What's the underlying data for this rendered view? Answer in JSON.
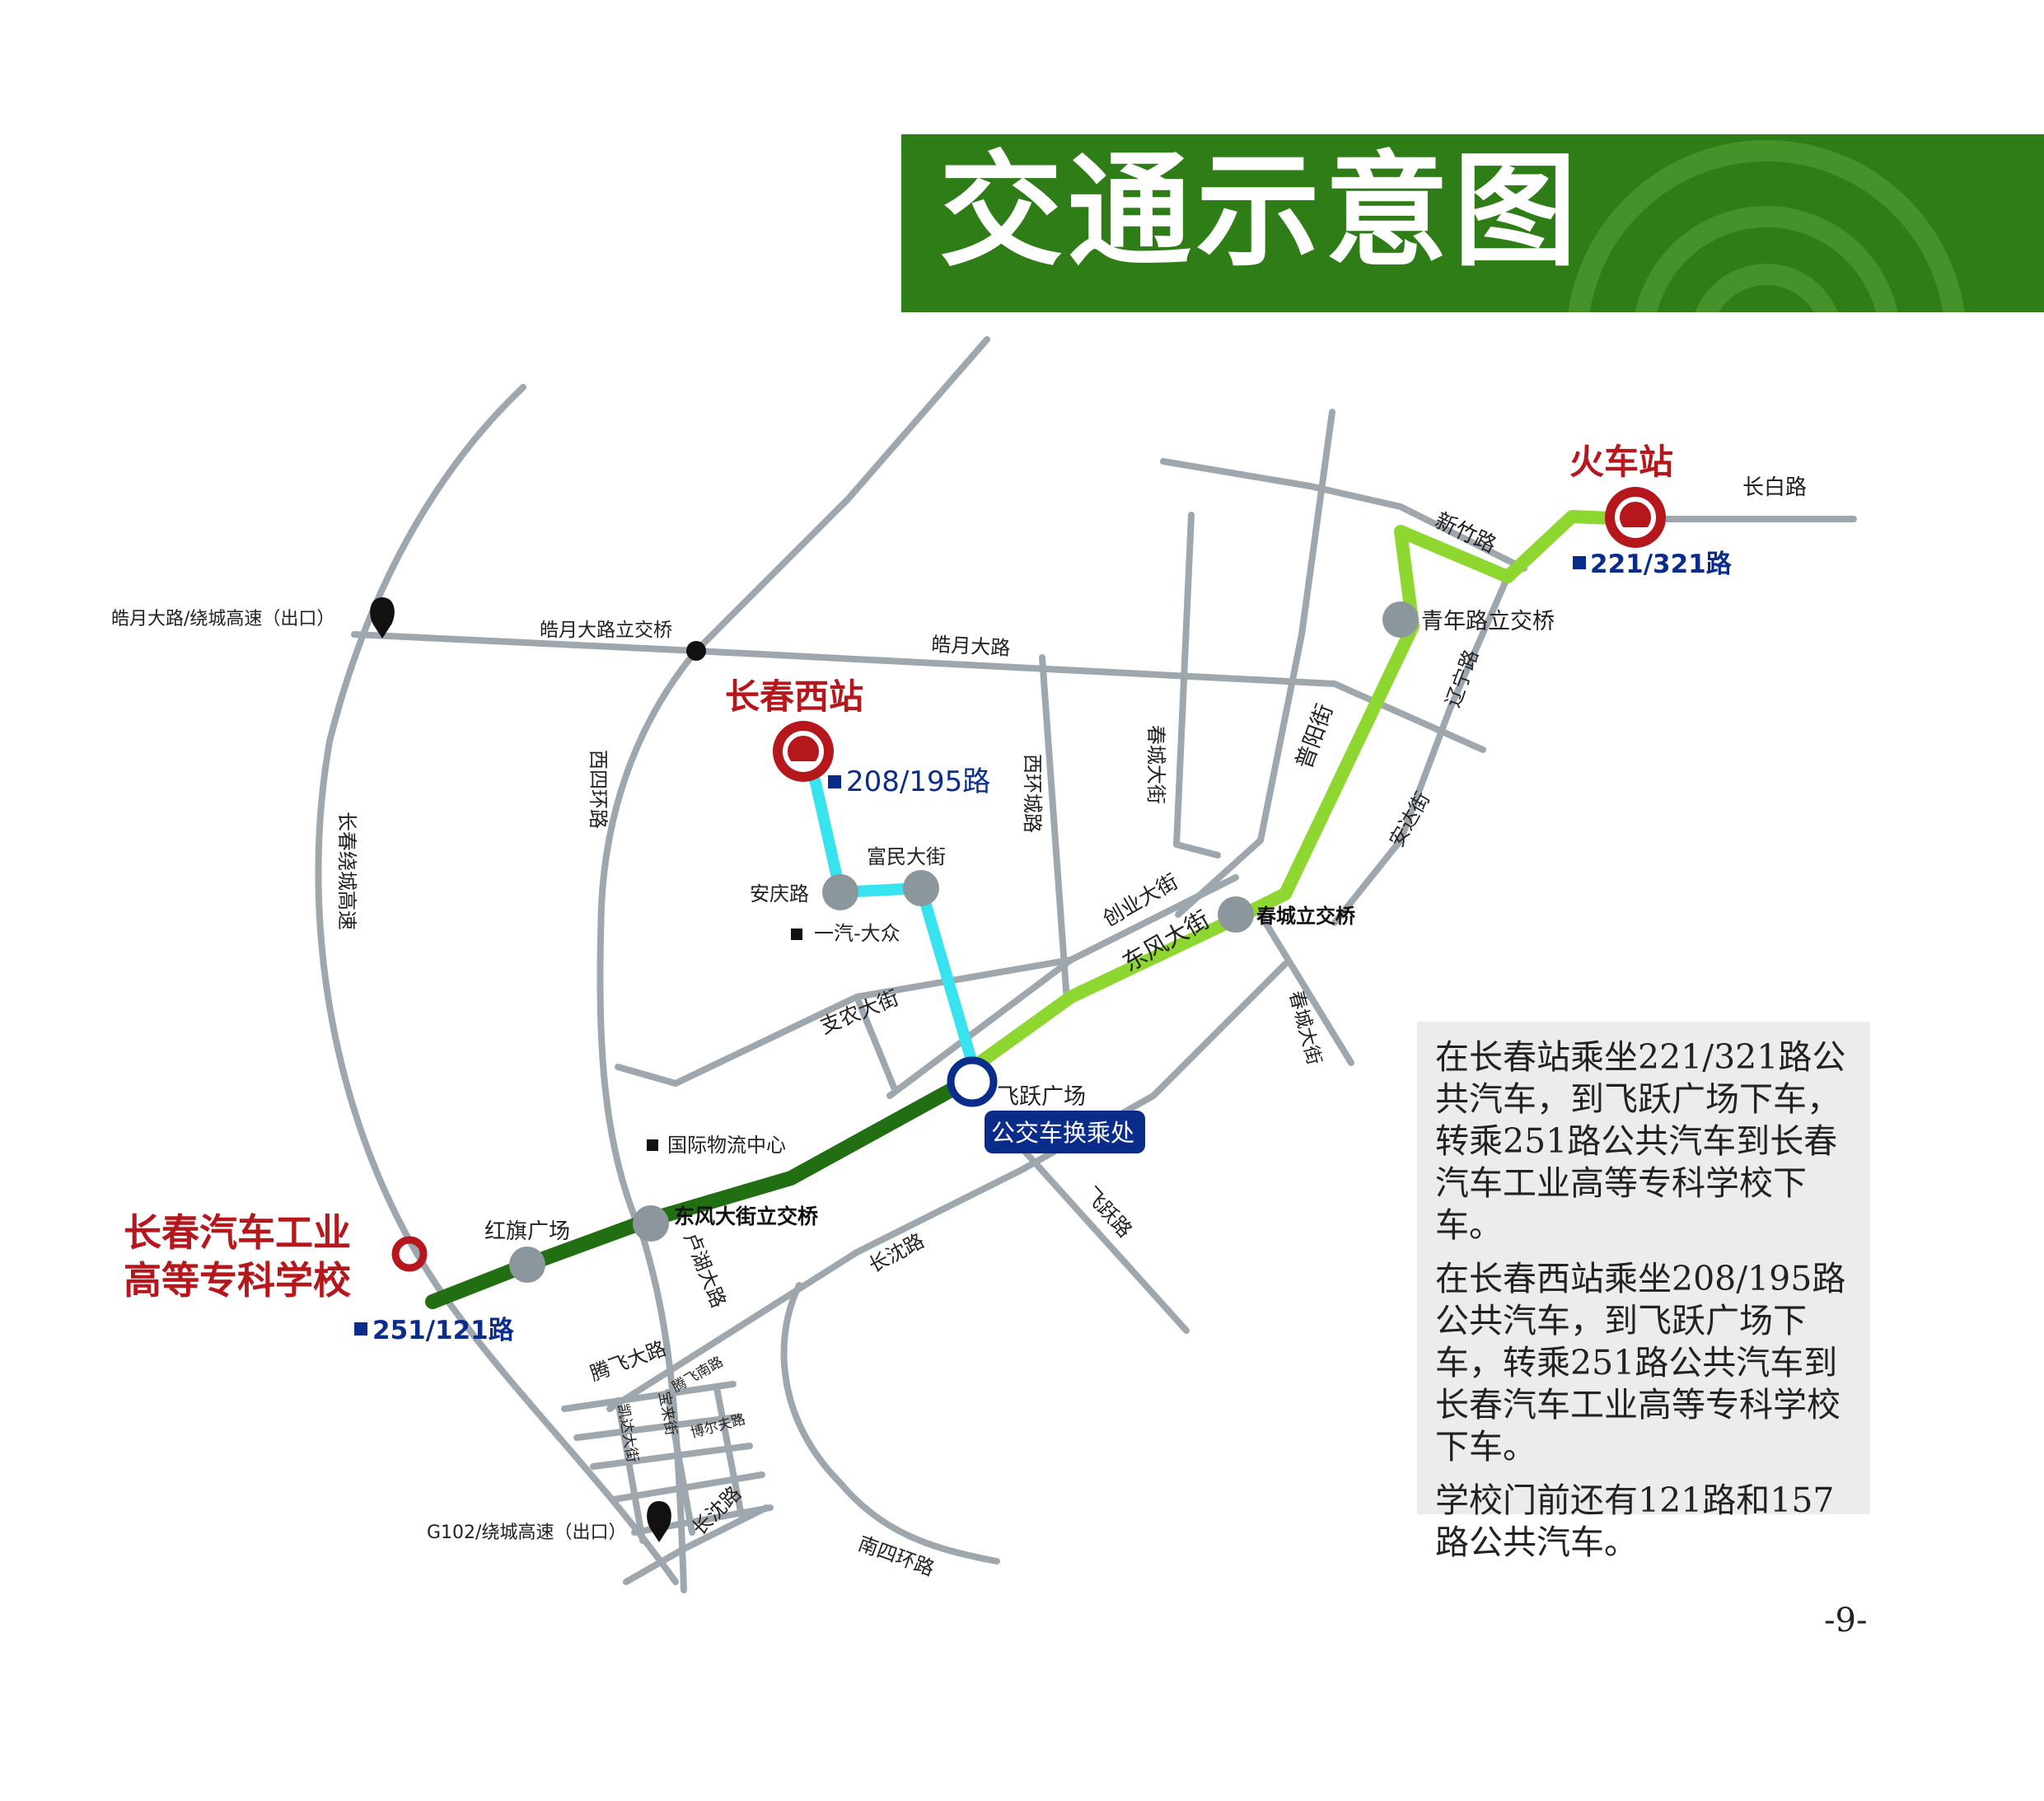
{
  "title": "交通示意图",
  "page_number": "-9-",
  "stations": {
    "train_station": "火车站",
    "train_station_buses": "221/321路",
    "west_station": "长春西站",
    "west_station_buses": "208/195路",
    "school_line1": "长春汽车工业",
    "school_line2": "高等专科学校",
    "school_buses": "251/121路"
  },
  "transfer": {
    "name": "飞跃广场",
    "label": "公交车换乘处"
  },
  "stops": {
    "qingnian": "青年路立交桥",
    "chuncheng": "春城立交桥",
    "dongfeng": "东风大街立交桥",
    "hongqi": "红旗广场",
    "anqing": "安庆路",
    "fumin": "富民大街",
    "haoyue_bridge": "皓月大路立交桥",
    "haoyue_exit": "皓月大路/绕城高速（出口）",
    "g102_exit": "G102/绕城高速（出口）"
  },
  "landmarks": {
    "faw": "一汽-大众",
    "logistics": "国际物流中心"
  },
  "roads": {
    "changbai": "长白路",
    "xinzhu": "新竹路",
    "liaoning": "辽宁路",
    "anda": "安达街",
    "puyang": "普阳街",
    "haoyue": "皓月大路",
    "chuncheng_st": "春城大街",
    "xihuancheng": "西环城路",
    "xisihuan": "西四环路",
    "ring_expressway": "长春绕城高速",
    "chuangye": "创业大街",
    "dongfeng_st": "东风大街",
    "zhinong": "支农大街",
    "chuncheng_st2": "春城大街",
    "feiyue_rd": "飞跃路",
    "changshen": "长沈路",
    "changshen2": "长沈路",
    "luhu": "卢湖大路",
    "tengfei": "腾飞大路",
    "kaida": "凯达大街",
    "baolai": "宝来街",
    "tengfeinan": "腾飞南路",
    "boer": "博尔夫路",
    "nansihuan": "南四环路"
  },
  "info": {
    "p1": "在长春站乘坐221/321路公共汽车，到飞跃广场下车，转乘251路公共汽车到长春汽车工业高等专科学校下车。",
    "p2": "在长春西站乘坐208/195路公共汽车，到飞跃广场下车，转乘251路公共汽车到长春汽车工业高等专科学校下车。",
    "p3": "学校门前还有121路和157路公共汽车。"
  },
  "colors": {
    "banner": "#2e7d16",
    "road": "#9ea7ad",
    "route_dark_green": "#226e12",
    "route_light_green": "#8ed630",
    "route_cyan": "#38e3f0",
    "station_red": "#b5171c",
    "bus_blue": "#0a2d8c",
    "stop_gray": "#8c979d"
  }
}
